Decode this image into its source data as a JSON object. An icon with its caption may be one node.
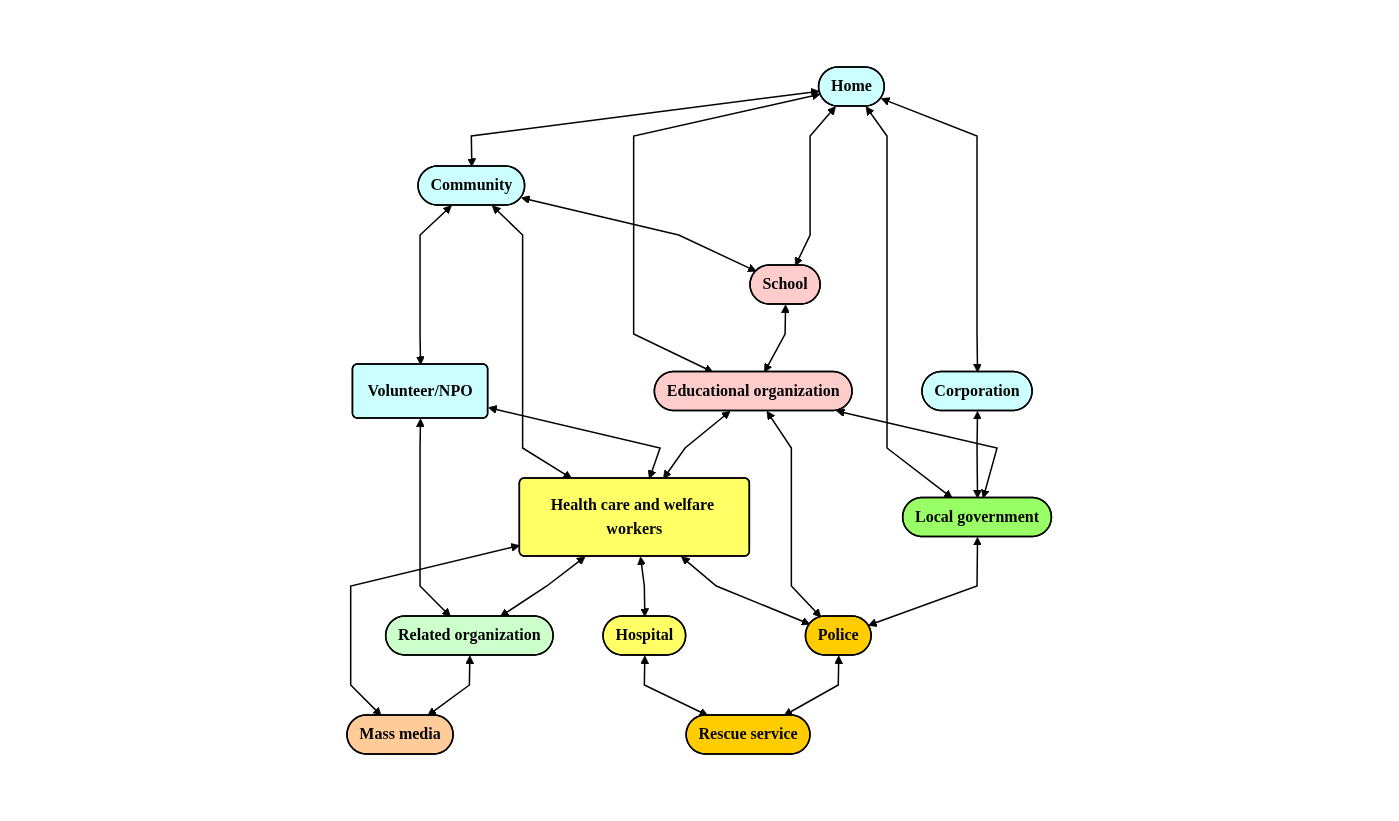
{
  "diagram": {
    "nodes": [
      {
        "text": [
          "Home"
        ]
      },
      {
        "text": [
          "Community"
        ]
      },
      {
        "text": [
          "Volunteer/NPO"
        ]
      },
      {
        "text": [
          "School"
        ]
      },
      {
        "text": [
          "Health care and welfare workers"
        ]
      },
      {
        "text": [
          "Corporation"
        ]
      },
      {
        "text": [
          "Educational organization"
        ]
      },
      {
        "text": [
          "Related organization"
        ]
      },
      {
        "text": [
          "Hospital"
        ]
      },
      {
        "text": [
          "Mass media"
        ]
      },
      {
        "text": [
          "Local government"
        ]
      },
      {
        "text": [
          "Police"
        ]
      },
      {
        "text": [
          "Rescue service"
        ]
      }
    ],
    "edges": [
      {
        "from": 0,
        "to": 1,
        "arrow": "both"
      },
      {
        "from": 1,
        "to": 2,
        "arrow": "both"
      },
      {
        "from": 1,
        "to": 3,
        "arrow": "both"
      },
      {
        "from": 0,
        "to": 3,
        "arrow": "both"
      },
      {
        "from": 1,
        "to": 4,
        "arrow": "both"
      },
      {
        "from": 2,
        "to": 4,
        "arrow": "both"
      },
      {
        "from": 2,
        "to": 7,
        "arrow": "both"
      },
      {
        "from": 0,
        "to": 5,
        "arrow": "both"
      },
      {
        "from": 0,
        "to": 10,
        "arrow": "both"
      },
      {
        "from": 0,
        "to": 6,
        "arrow": "both"
      },
      {
        "from": 3,
        "to": 6,
        "arrow": "both"
      },
      {
        "from": 6,
        "to": 4,
        "arrow": "both"
      },
      {
        "from": 4,
        "to": 7,
        "arrow": "both"
      },
      {
        "from": 4,
        "to": 8,
        "arrow": "both"
      },
      {
        "from": 4,
        "to": 11,
        "arrow": "both"
      },
      {
        "from": 4,
        "to": 9,
        "arrow": "both"
      },
      {
        "from": 7,
        "to": 9,
        "arrow": "both"
      },
      {
        "from": 5,
        "to": 10,
        "arrow": "both"
      },
      {
        "from": 6,
        "to": 10,
        "arrow": "both"
      },
      {
        "from": 6,
        "to": 11,
        "arrow": "both"
      },
      {
        "from": 8,
        "to": 12,
        "arrow": "both"
      },
      {
        "from": 10,
        "to": 11,
        "arrow": "both"
      },
      {
        "from": 11,
        "to": 12,
        "arrow": "both"
      }
    ]
  }
}
